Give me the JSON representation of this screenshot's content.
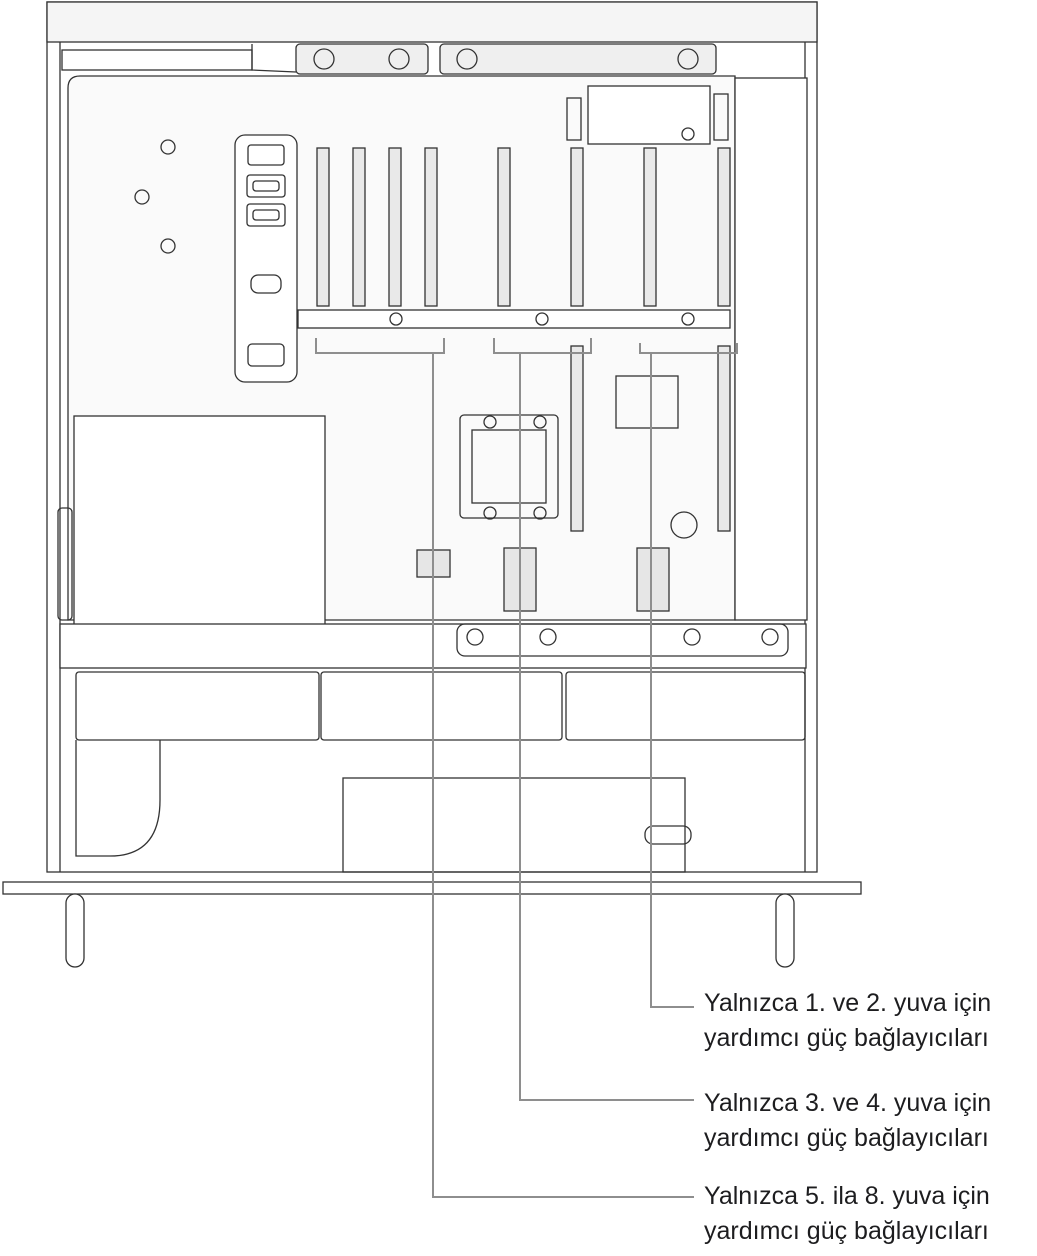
{
  "callouts": [
    {
      "line1": "Yalnızca 1. ve 2. yuva için",
      "line2": "yardımcı güç bağlayıcıları"
    },
    {
      "line1": "Yalnızca 3. ve 4. yuva için",
      "line2": "yardımcı güç bağlayıcıları"
    },
    {
      "line1": "Yalnızca 5. ila 8. yuva için",
      "line2": "yardımcı güç bağlayıcıları"
    }
  ]
}
